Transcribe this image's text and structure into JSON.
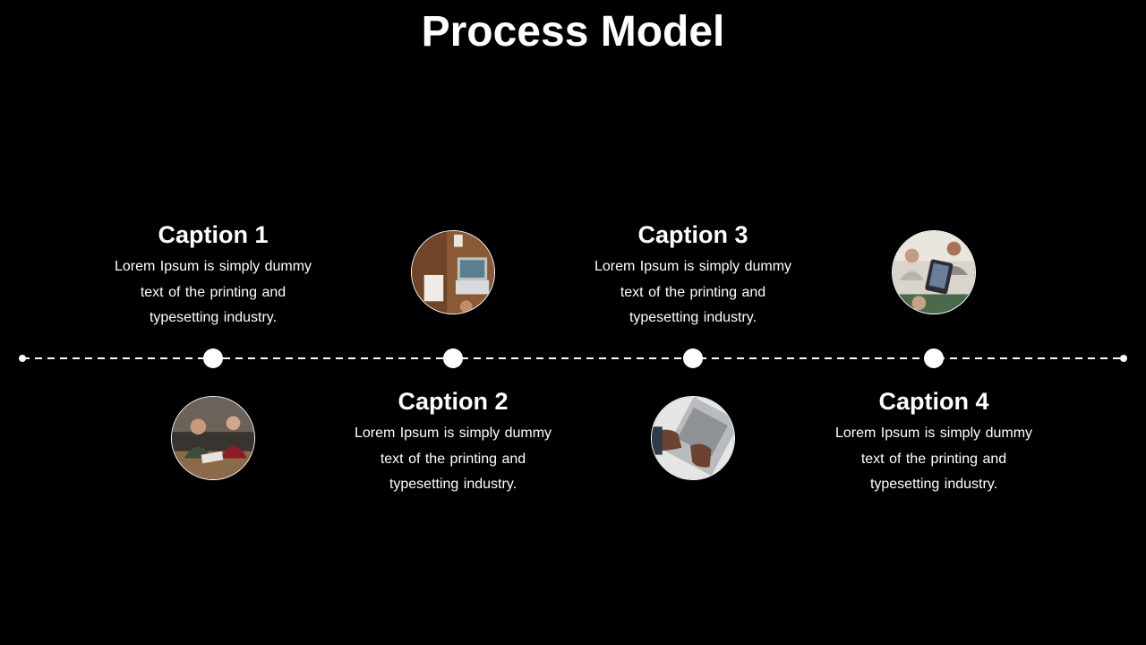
{
  "title": "Process Model",
  "colors": {
    "background": "#000000",
    "foreground": "#ffffff"
  },
  "steps": [
    {
      "caption": "Caption 1",
      "text": "Lorem Ipsum is simply dummy text of the printing and typesetting industry.",
      "image": "people-meeting-photo-icon"
    },
    {
      "caption": "Caption 2",
      "text": "Lorem Ipsum is simply dummy text of the printing and typesetting industry.",
      "image": "laptop-desk-topview-photo-icon"
    },
    {
      "caption": "Caption 3",
      "text": "Lorem Ipsum is simply dummy text of the printing and typesetting industry.",
      "image": "typing-laptop-photo-icon"
    },
    {
      "caption": "Caption 4",
      "text": "Lorem Ipsum is simply dummy text of the printing and typesetting industry.",
      "image": "team-tablet-photo-icon"
    }
  ]
}
